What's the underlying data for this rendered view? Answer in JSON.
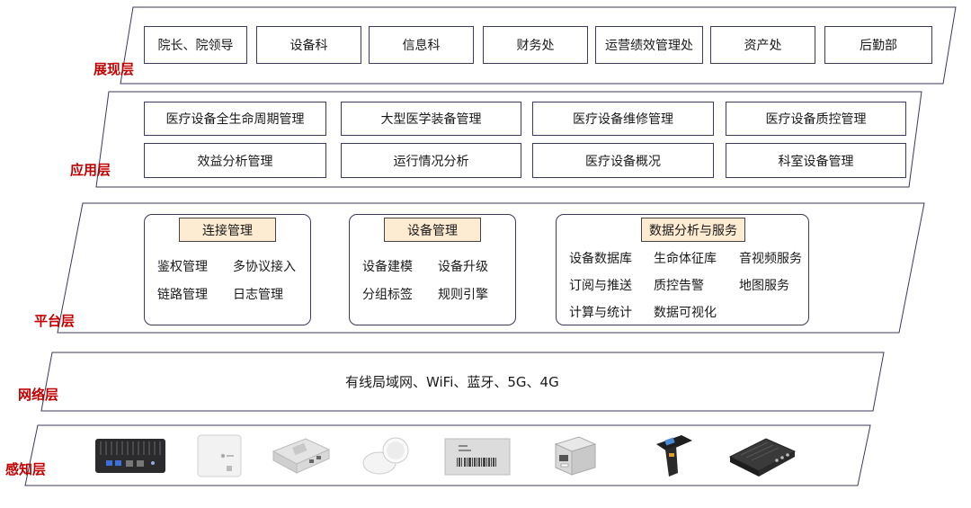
{
  "colors": {
    "layer_label": "#c00000",
    "title_fill": "#fdebd2",
    "border": "#3a3a5a"
  },
  "layers": {
    "display": {
      "label": "展现层",
      "items": [
        "院长、院领导",
        "设备科",
        "信息科",
        "财务处",
        "运营绩效管理处",
        "资产处",
        "后勤部"
      ]
    },
    "application": {
      "label": "应用层",
      "items": [
        "医疗设备全生命周期管理",
        "大型医学装备管理",
        "医疗设备维修管理",
        "医疗设备质控管理",
        "效益分析管理",
        "运行情况分析",
        "医疗设备概况",
        "科室设备管理"
      ]
    },
    "platform": {
      "label": "平台层",
      "panels": [
        {
          "title": "连接管理",
          "features": [
            "鉴权管理",
            "多协议接入",
            "链路管理",
            "日志管理"
          ]
        },
        {
          "title": "设备管理",
          "features": [
            "设备建模",
            "设备升级",
            "分组标签",
            "规则引擎"
          ]
        },
        {
          "title": "数据分析与服务",
          "features": [
            "设备数据库",
            "生命体征库",
            "音视频服务",
            "订阅与推送",
            "质控告警",
            "地图服务",
            "计算与统计",
            "数据可视化"
          ]
        }
      ]
    },
    "network": {
      "label": "网络层",
      "text": "有线局域网、WiFi、蓝牙、5G、4G"
    },
    "perception": {
      "label": "感知层",
      "devices": [
        "industrial-gateway-icon",
        "wall-access-point-icon",
        "edge-box-icon",
        "round-sensor-icon",
        "label-tag-icon",
        "label-printer-icon",
        "handheld-scanner-icon",
        "rfid-reader-icon"
      ]
    }
  }
}
